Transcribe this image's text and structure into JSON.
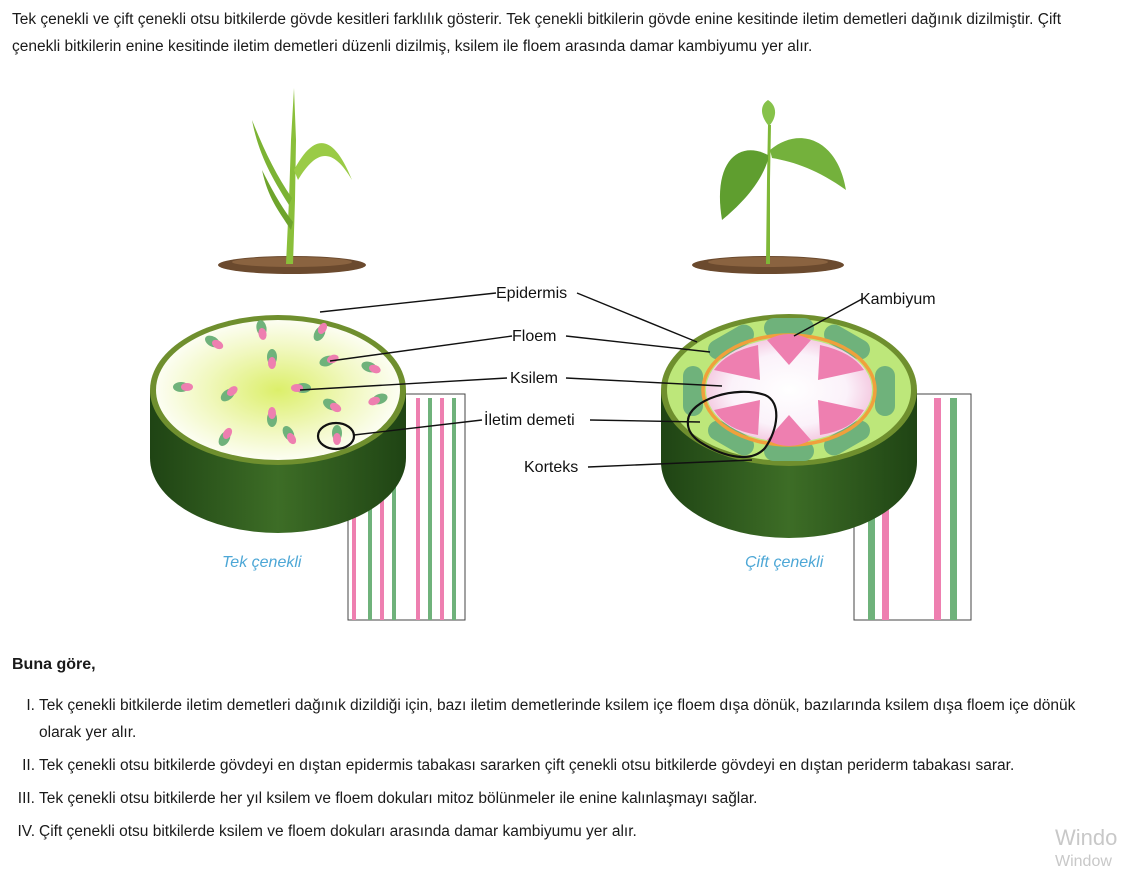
{
  "intro": "Tek çenekli ve çift çenekli otsu bitkilerde gövde kesitleri farklılık gösterir. Tek çenekli bitkilerin gövde enine kesitinde iletim demetleri dağınık dizilmiştir. Çift çenekli bitkilerin enine kesitinde iletim demetleri düzenli dizilmiş, ksilem ile floem arasında damar kambiyumu yer alır.",
  "figure": {
    "labels": {
      "epidermis": "Epidermis",
      "kambiyum": "Kambiyum",
      "floem": "Floem",
      "ksilem": "Ksilem",
      "iletim_demeti": "İletim demeti",
      "korteks": "Korteks"
    },
    "captions": {
      "monocot": "Tek çenekli",
      "dicot": "Çift çenekli"
    },
    "colors": {
      "xylem": "#ee7fb0",
      "phloem": "#6fb27b",
      "stem_side": "#2f5b1f",
      "cortex": "#bde77a",
      "monocot_center": "#eaf59a",
      "cambium": "#f0a03c",
      "caption": "#4da7d6"
    }
  },
  "question": "Buna göre,",
  "options": [
    {
      "num": "I.",
      "text": "Tek çenekli bitkilerde iletim demetleri dağınık dizildiği için, bazı iletim demetlerinde ksilem içe floem dışa dönük, bazılarında ksilem dışa floem içe dönük olarak yer alır."
    },
    {
      "num": "II.",
      "text": "Tek çenekli otsu bitkilerde gövdeyi en dıştan epidermis tabakası sararken çift çenekli otsu bitkilerde gövdeyi en dıştan periderm tabakası sarar."
    },
    {
      "num": "III.",
      "text": "Tek çenekli otsu bitkilerde her yıl ksilem ve floem dokuları mitoz bölünmeler ile enine kalınlaşmayı sağlar."
    },
    {
      "num": "IV.",
      "text": "Çift çenekli otsu bitkilerde ksilem ve floem dokuları arasında damar kambiyumu yer alır."
    }
  ],
  "watermark": {
    "line1": "Windo",
    "line2": "Window"
  }
}
